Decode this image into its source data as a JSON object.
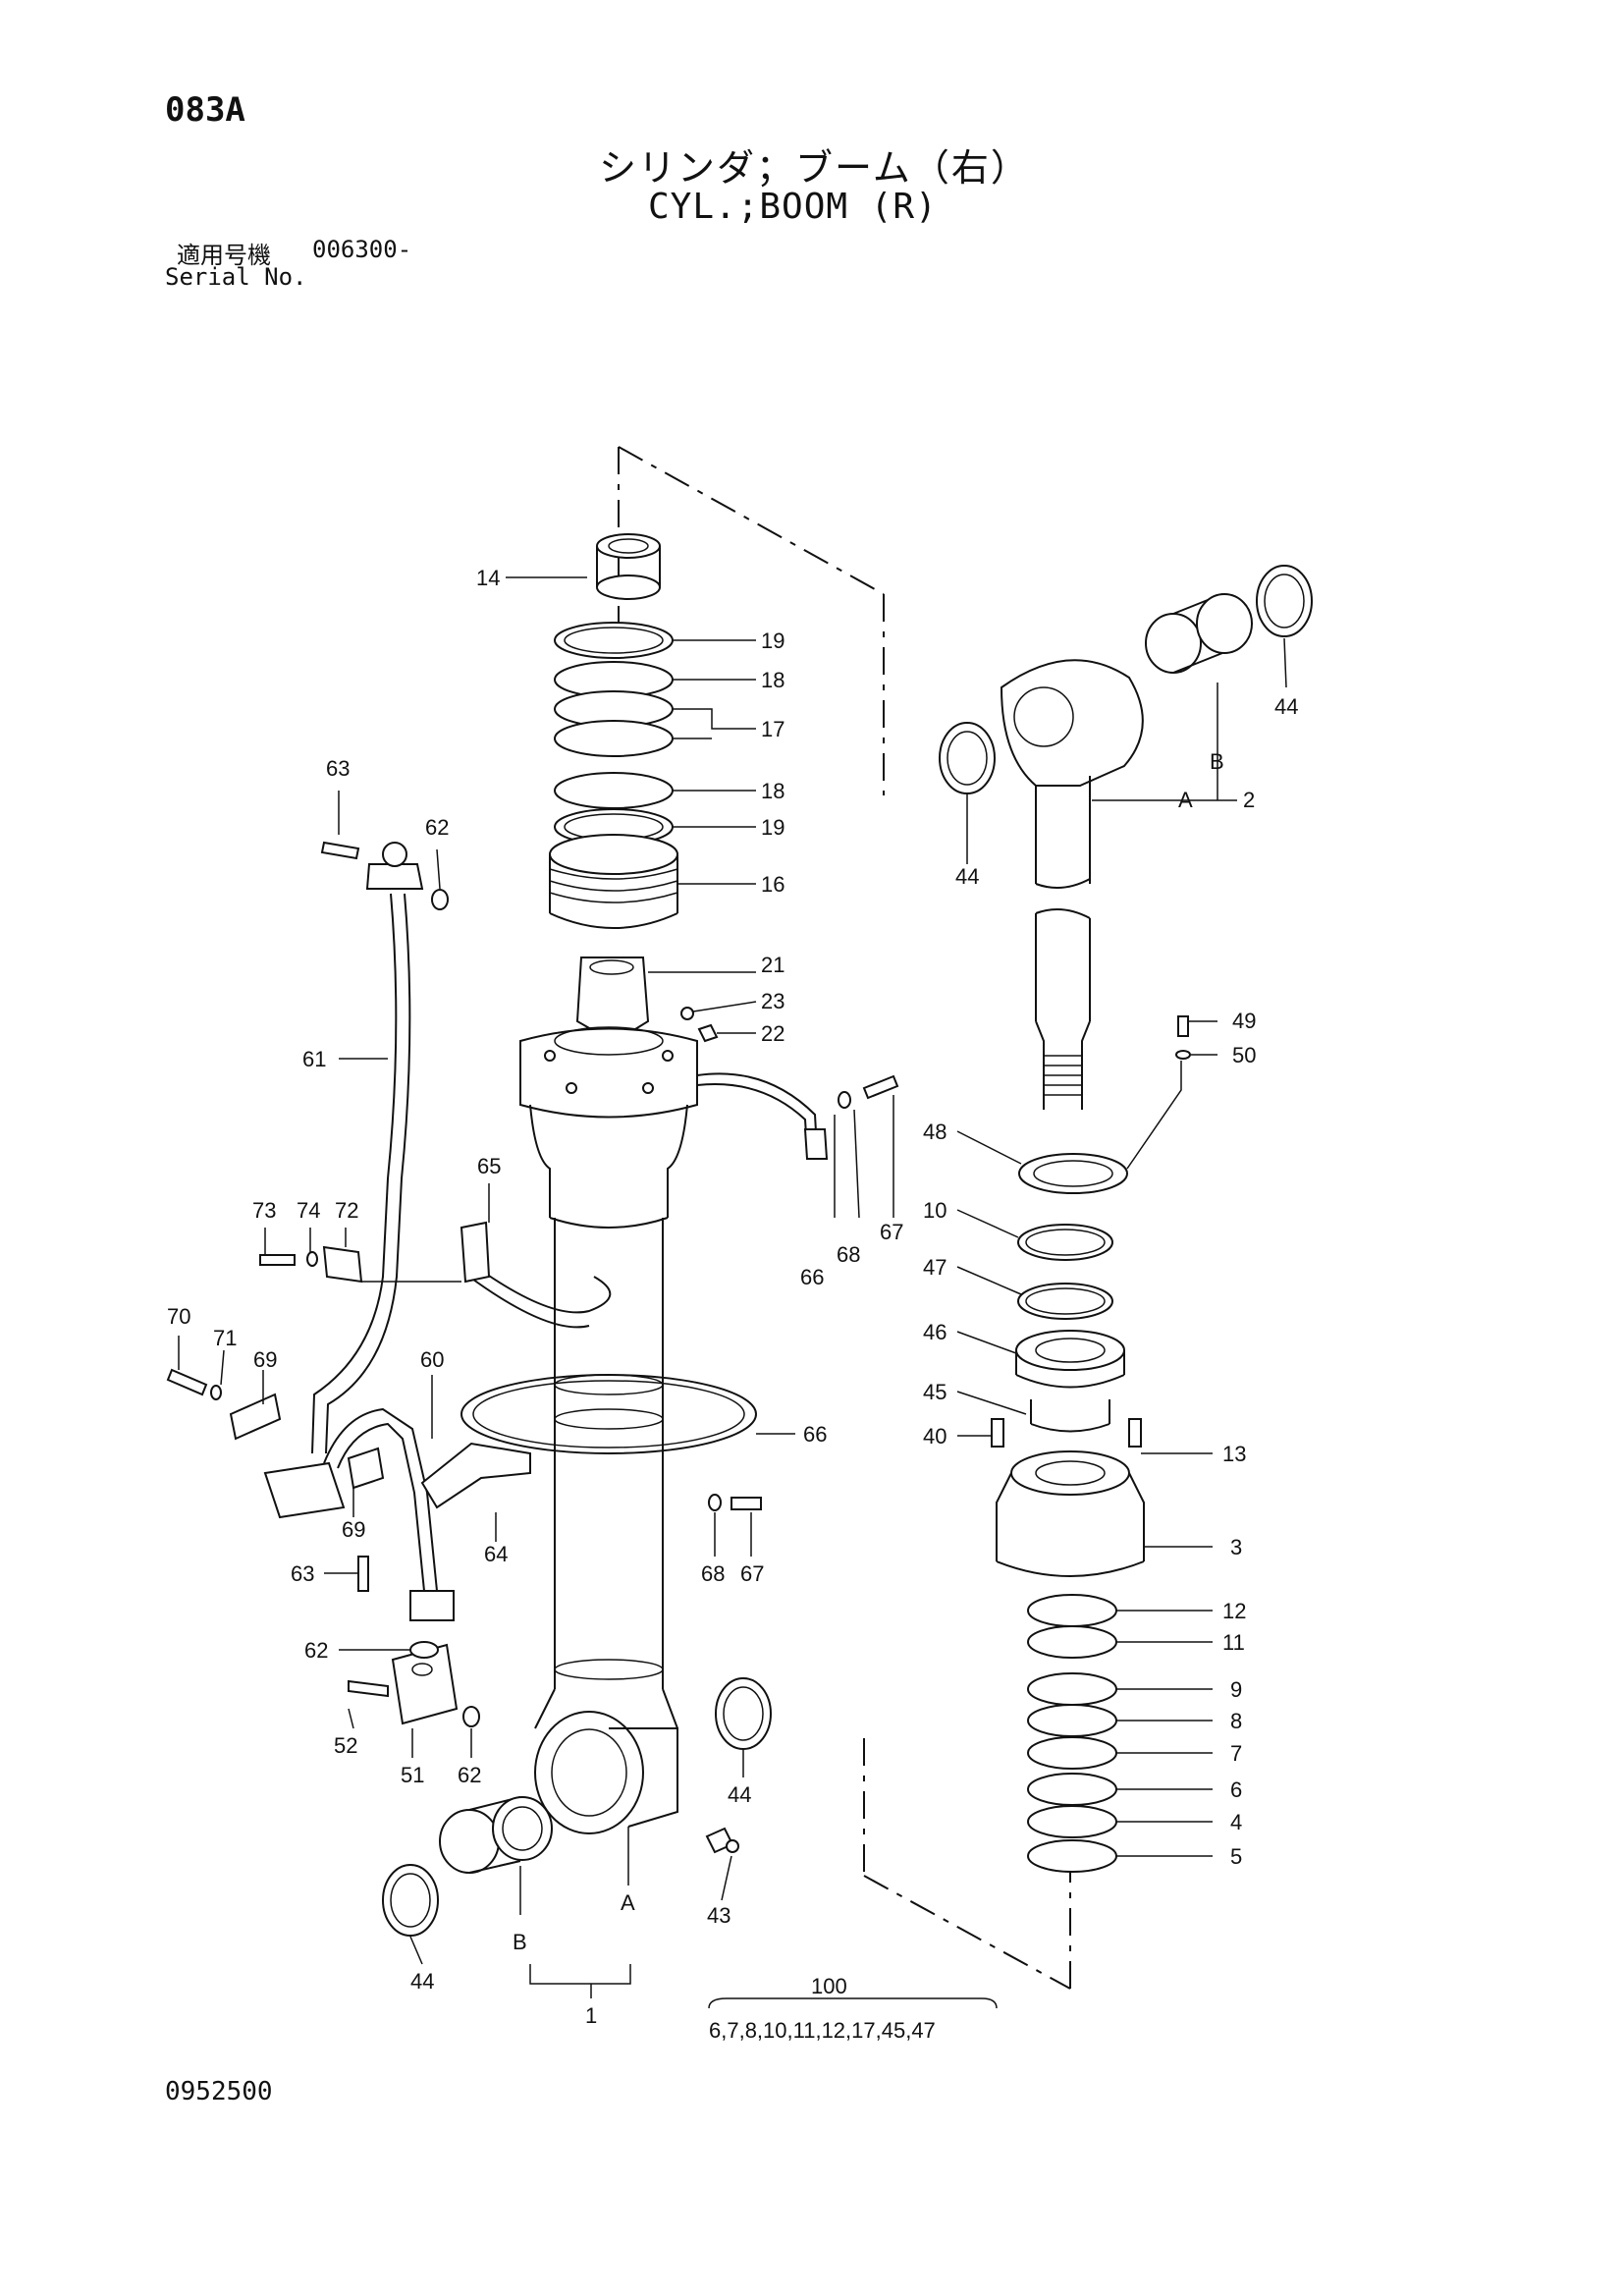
{
  "header": {
    "page_code": "083A",
    "title_jp": "シリンダ；ブーム（右）",
    "title_en": "CYL.;BOOM (R)",
    "serial_label_jp": "適用号機",
    "serial_value": "006300-",
    "serial_label_en": "Serial No."
  },
  "footer": {
    "drawing_number": "0952500"
  },
  "callouts": [
    "14",
    "19",
    "18",
    "17",
    "18",
    "19",
    "16",
    "21",
    "23",
    "22",
    "44",
    "B",
    "A",
    "2",
    "44",
    "49",
    "50",
    "48",
    "10",
    "47",
    "46",
    "45",
    "40",
    "13",
    "3",
    "12",
    "11",
    "9",
    "8",
    "7",
    "6",
    "4",
    "5",
    "63",
    "62",
    "61",
    "65",
    "73",
    "74",
    "72",
    "67",
    "68",
    "66",
    "70",
    "71",
    "69",
    "60",
    "69",
    "66",
    "64",
    "68",
    "67",
    "63",
    "62",
    "52",
    "51",
    "62",
    "44",
    "43",
    "A",
    "B",
    "44",
    "1"
  ],
  "kit": {
    "number": "100",
    "contents": "6,7,8,10,11,12,17,45,47"
  }
}
